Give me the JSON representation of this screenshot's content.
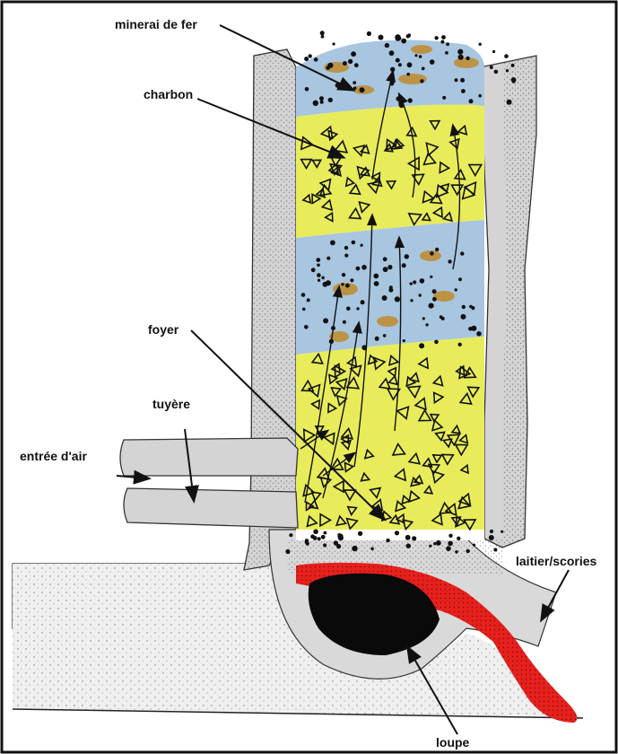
{
  "labels": {
    "minerai": "minerai de fer",
    "charbon": "charbon",
    "foyer": "foyer",
    "tuyere": "tuyère",
    "entree_air": "entrée d'air",
    "laitier": "laitier/scories",
    "loupe": "loupe"
  },
  "colors": {
    "frame": "#111111",
    "wall": "#d9d9d9",
    "wall_dark": "#8a8a8a",
    "ore_layer": "#a8c6e0",
    "charcoal_layer": "#e8ec5a",
    "ore_spot": "#c0892a",
    "slag": "#e6201c",
    "bloom": "#0a0a0a",
    "arrow": "#111111"
  },
  "icons": {
    "charcoal": "triangle-shape",
    "ore": "dot"
  }
}
